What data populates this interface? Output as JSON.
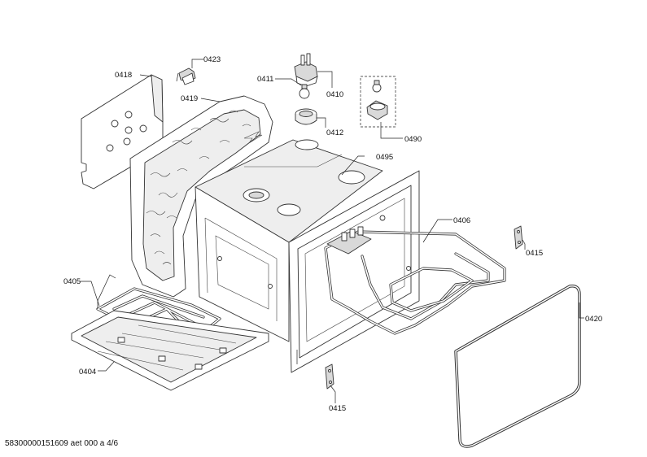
{
  "parts": [
    {
      "id": "p0418",
      "label": "0418"
    },
    {
      "id": "p0423",
      "label": "0423"
    },
    {
      "id": "p0419",
      "label": "0419"
    },
    {
      "id": "p0411",
      "label": "0411"
    },
    {
      "id": "p0410",
      "label": "0410"
    },
    {
      "id": "p0412",
      "label": "0412"
    },
    {
      "id": "p0490",
      "label": "0490"
    },
    {
      "id": "p0495",
      "label": "0495"
    },
    {
      "id": "p0406",
      "label": "0406"
    },
    {
      "id": "p0415a",
      "label": "0415"
    },
    {
      "id": "p0405",
      "label": "0405"
    },
    {
      "id": "p0420",
      "label": "0420"
    },
    {
      "id": "p0404",
      "label": "0404"
    },
    {
      "id": "p0415b",
      "label": "0415"
    }
  ],
  "footer": {
    "code": "58300000151609 aet 000 a 4/6"
  }
}
